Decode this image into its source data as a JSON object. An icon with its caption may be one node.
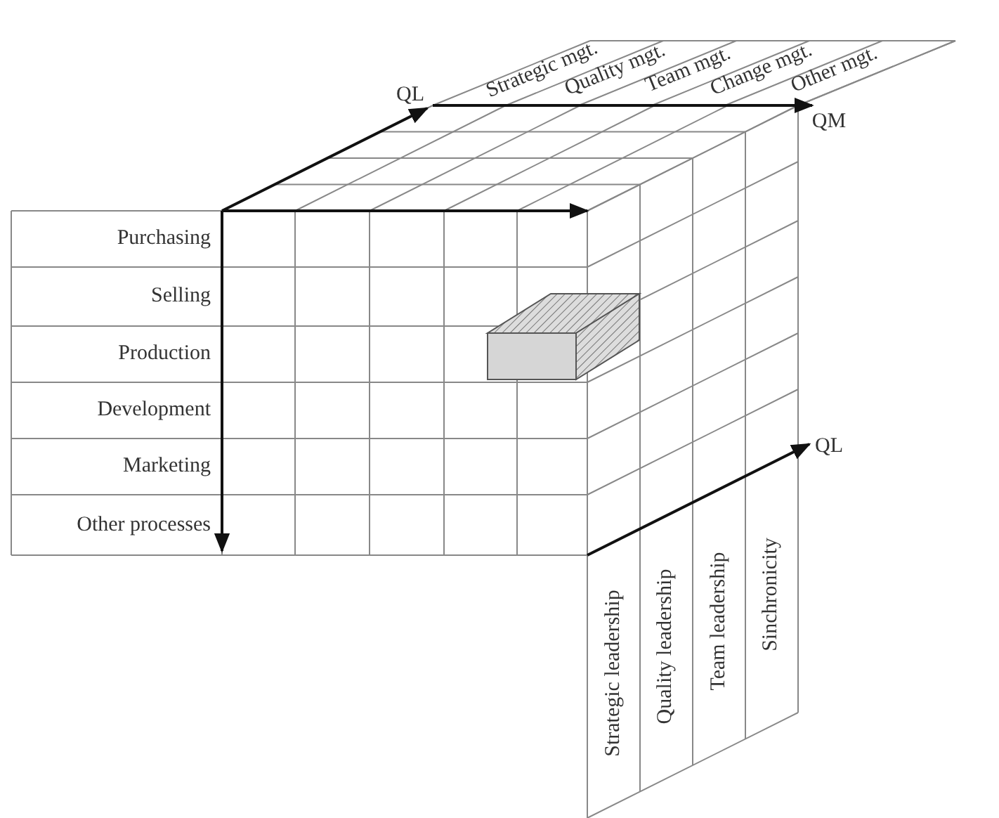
{
  "diagram": {
    "labels": [
      "QL",
      "Strategic mgt.",
      "Quality mgt.",
      "Team mgt.",
      "Change mgt.",
      "Other mgt.",
      "QM",
      "Purchasing",
      "Selling",
      "Production",
      "Development",
      "Marketing",
      "Other processes",
      "QL",
      "Strategic leadership",
      "Quality leadership",
      "Team leadership",
      "Sinchronicity"
    ]
  }
}
